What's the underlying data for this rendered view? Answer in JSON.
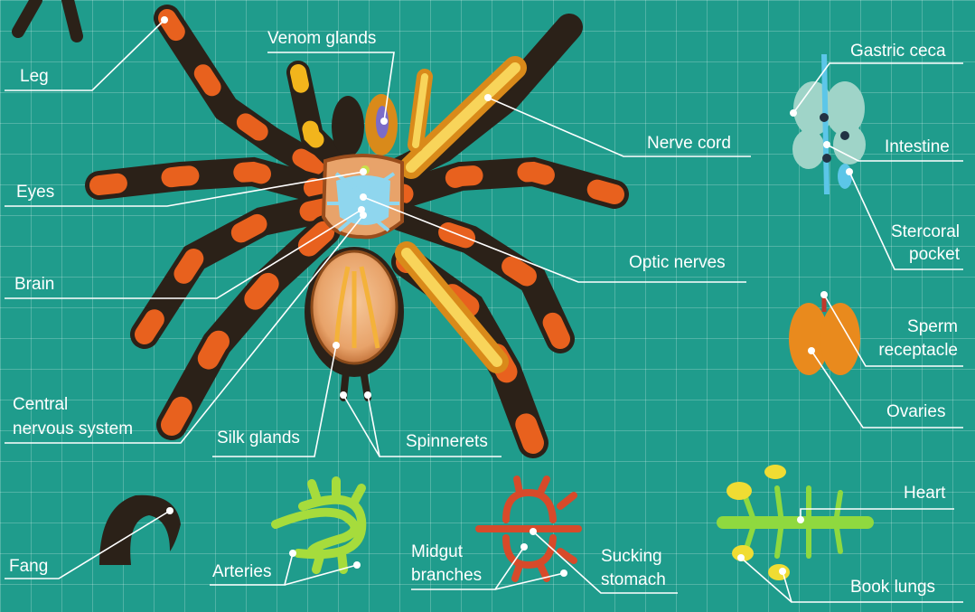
{
  "diagram": {
    "labels": {
      "leg": "Leg",
      "venom_glands": "Venom glands",
      "gastric_ceca": "Gastric ceca",
      "nerve_cord": "Nerve cord",
      "intestine": "Intestine",
      "eyes": "Eyes",
      "stercoral_pocket_1": "Stercoral",
      "stercoral_pocket_2": "pocket",
      "optic_nerves": "Optic nerves",
      "brain": "Brain",
      "sperm_receptacle_1": "Sperm",
      "sperm_receptacle_2": "receptacle",
      "cns_1": "Central",
      "cns_2": "nervous system",
      "silk_glands": "Silk glands",
      "spinnerets": "Spinnerets",
      "ovaries": "Ovaries",
      "heart": "Heart",
      "fang": "Fang",
      "arteries": "Arteries",
      "midgut_1": "Midgut",
      "midgut_2": "branches",
      "sucking_1": "Sucking",
      "sucking_2": "stomach",
      "book_lungs": "Book lungs"
    },
    "colors": {
      "background": "#1f9c8c",
      "leg_dark": "#2b2118",
      "leg_band": "#e8611e",
      "leg_band_yellow": "#f2b51c",
      "nerve_blue": "#8fd6ee",
      "artery_green": "#a6dc3c",
      "stomach_red": "#d74a2a",
      "ovary_orange": "#e98a1d",
      "heart_green": "#8fd93f",
      "lung_yellow": "#f0dc33"
    }
  }
}
